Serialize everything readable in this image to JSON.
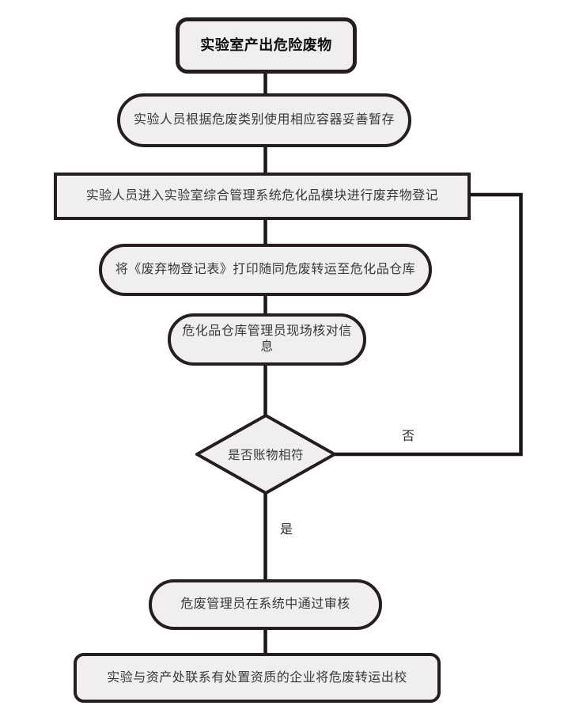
{
  "flowchart": {
    "nodes": {
      "start": "实验室产出危险废物",
      "step1": "实验人员根据危废类别使用相应容器妥善暂存",
      "step2": "实验人员进入实验室综合管理系统危化品模块进行废弃物登记",
      "step3": "将《废弃物登记表》打印随同危废转运至危化品仓库",
      "step4": "危化品仓库管理员现场核对信息",
      "decision": "是否账物相符",
      "step5": "危废管理员在系统中通过审核",
      "end": "实验与资产处联系有处置资质的企业将危废转运出校"
    },
    "edge_labels": {
      "no": "否",
      "yes": "是"
    },
    "colors": {
      "node_fill": "#f0efee",
      "node_border": "#241e1e",
      "line": "#1b1717",
      "text": "#383838"
    }
  }
}
